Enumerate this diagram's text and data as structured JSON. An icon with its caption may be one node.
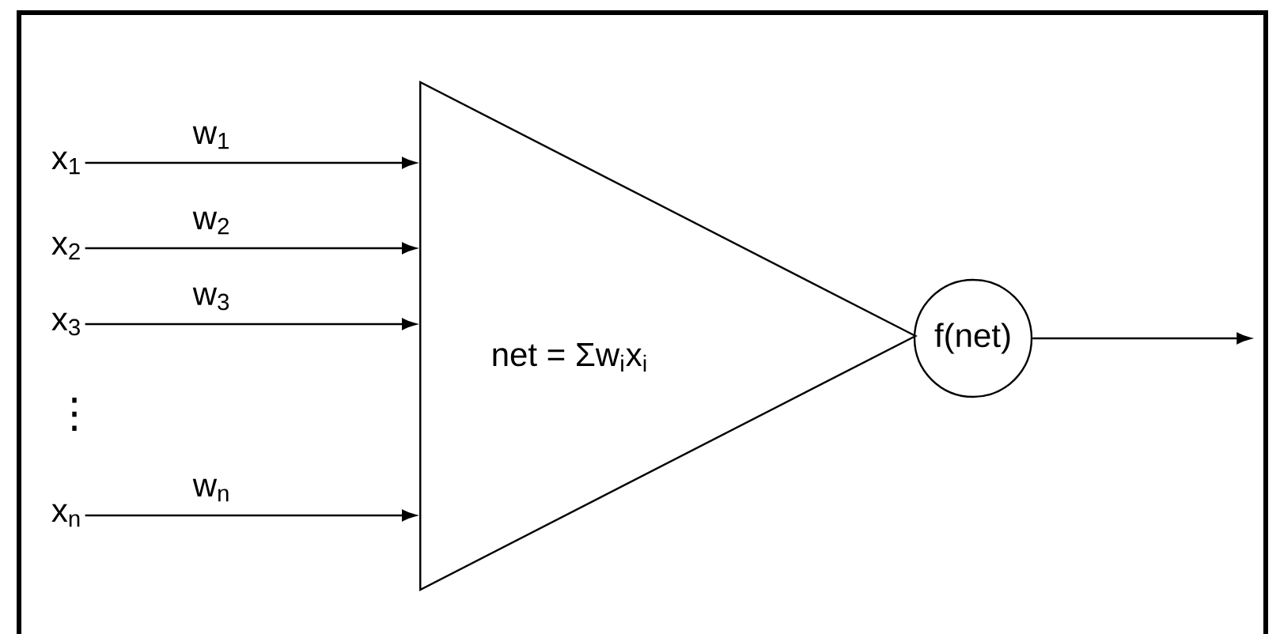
{
  "diagram": {
    "nodes": [
      {
        "text": [
          "x$_{1}$"
        ]
      },
      {
        "text": [
          "x$_{2}$"
        ]
      },
      {
        "text": [
          "x$_{3}$"
        ]
      },
      {
        "text": [
          "x$_{n}$"
        ]
      },
      {
        "text": [
          "net = Σw$_{i}$x$_{i}$"
        ]
      },
      {
        "text": [
          "f(net)"
        ]
      }
    ],
    "edges": [
      {
        "from": 0,
        "to": 4,
        "arrow": "to",
        "label": "w$_{1}$"
      },
      {
        "from": 1,
        "to": 4,
        "arrow": "to",
        "label": "w$_{2}$"
      },
      {
        "from": 2,
        "to": 4,
        "arrow": "to",
        "label": "w$_{3}$"
      },
      {
        "from": 3,
        "to": 4,
        "arrow": "to",
        "label": "w$_{n}$"
      },
      {
        "from": 5,
        "to": null,
        "arrow": "to"
      }
    ],
    "labels": [
      "⋮"
    ]
  }
}
